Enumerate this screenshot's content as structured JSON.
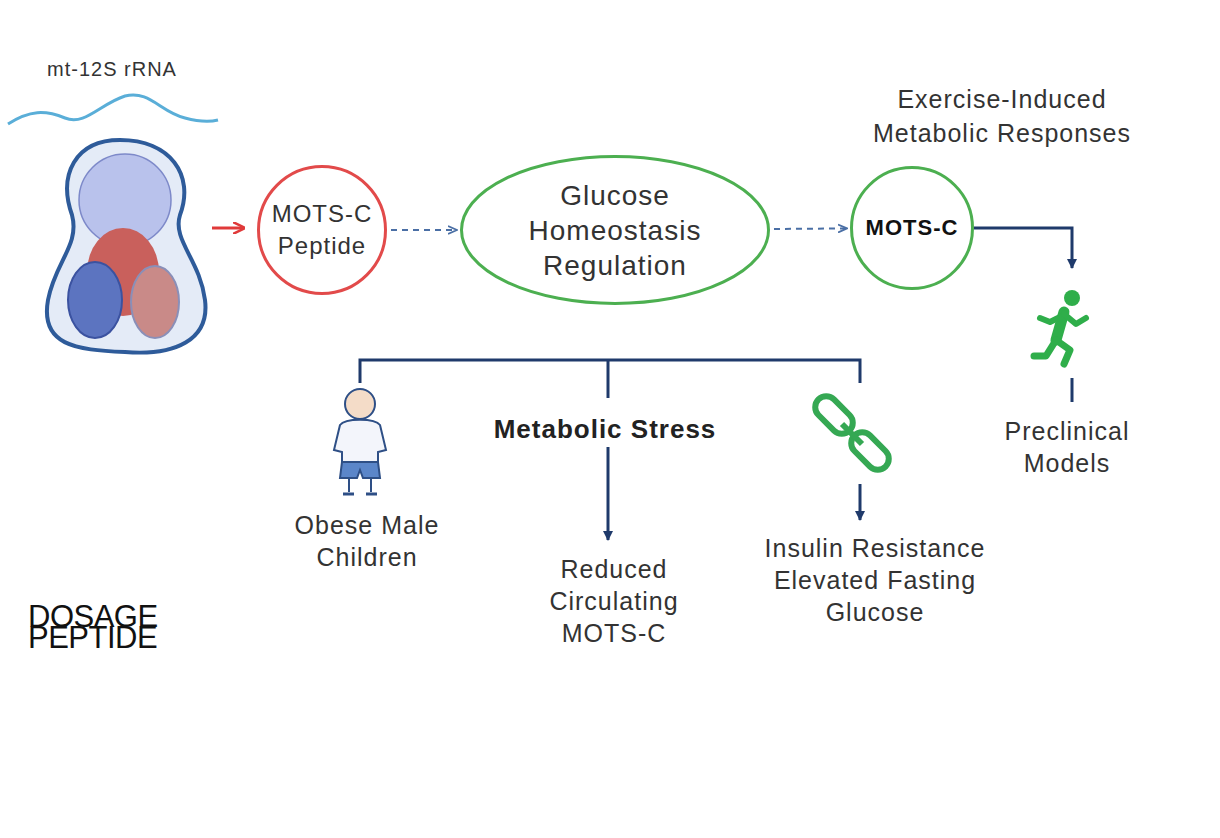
{
  "diagram": {
    "nodes": [
      {
        "text": [
          "MOTS-C Peptide"
        ]
      },
      {
        "text": [
          "Glucose Homeostasis Regulation"
        ]
      },
      {
        "text": [
          "Exercise-Induced Metabolic Responses",
          "MOTS-C"
        ]
      }
    ],
    "edges": [
      {
        "from": 0,
        "to": 1,
        "arrow": "to"
      },
      {
        "from": 1,
        "to": 2,
        "arrow": "to"
      }
    ],
    "labels": [
      "mt-12S rRNA",
      "Preclinical Models",
      "Obese Male Children",
      "Metabolic Stress",
      "Reduced Circulating MOTS-C",
      "Insulin Resistance Elevated Fasting Glucose",
      "DOSAGE",
      "PEPTIDE"
    ]
  }
}
